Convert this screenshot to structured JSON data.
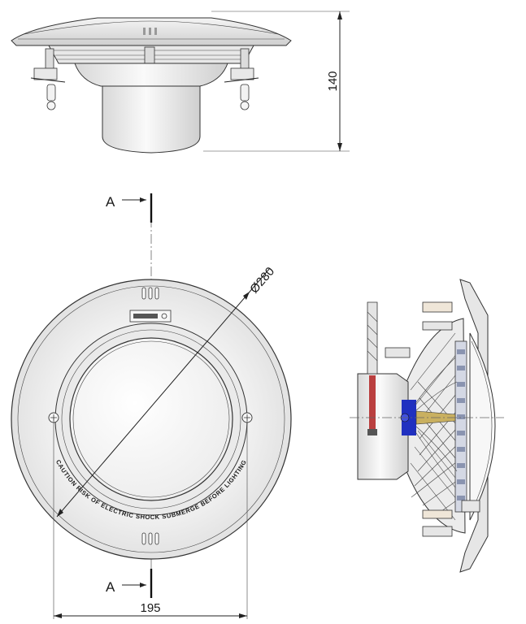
{
  "dimensions": {
    "height": "140",
    "diameter": "Ø280",
    "hole_spacing": "195"
  },
  "section": {
    "top_label": "A",
    "bottom_label": "A"
  },
  "warning_text": "CAUTION RISK OF ELECTRIC SHOCK SUBMERGE BEFORE LIGHTING",
  "colors": {
    "line": "#222222",
    "body_fill": "#eeeeee",
    "section_blue": "#2030c0",
    "section_red": "#b02020"
  }
}
